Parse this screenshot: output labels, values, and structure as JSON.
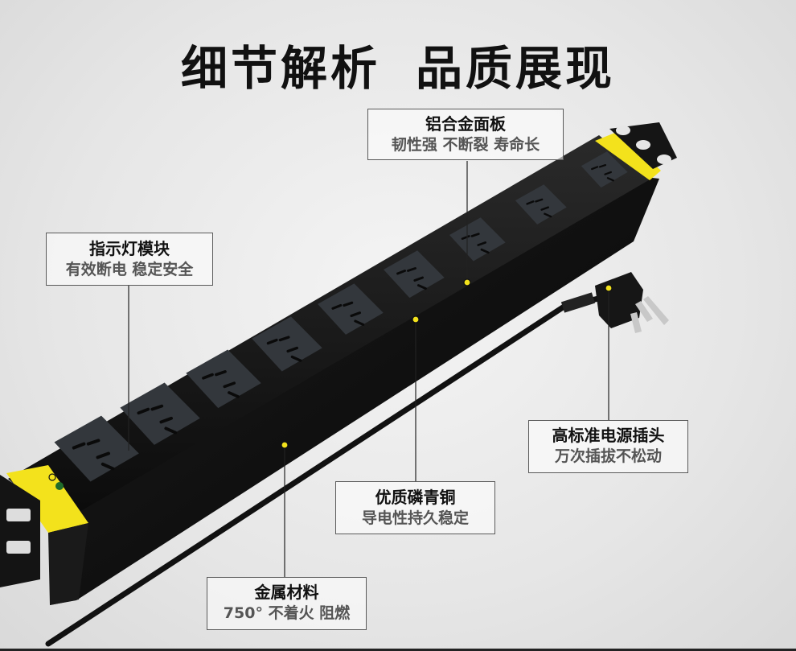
{
  "title": {
    "part1": "细节解析",
    "part2": "品质展现"
  },
  "callouts": {
    "panel": {
      "title": "铝合金面板",
      "subtitle": "韧性强  不断裂  寿命长"
    },
    "indicator": {
      "title": "指示灯模块",
      "subtitle": "有效断电  稳定安全"
    },
    "plug": {
      "title": "高标准电源插头",
      "subtitle": "万次插拔不松动"
    },
    "copper": {
      "title": "优质磷青铜",
      "subtitle": "导电性持久稳定"
    },
    "material": {
      "title": "金属材料",
      "subtitle": "750°  不着火  阻燃"
    }
  },
  "colors": {
    "accent": "#f3e21c",
    "body": "#121212",
    "outlet": "#33373c",
    "callout_dot": "#f3e21c"
  }
}
